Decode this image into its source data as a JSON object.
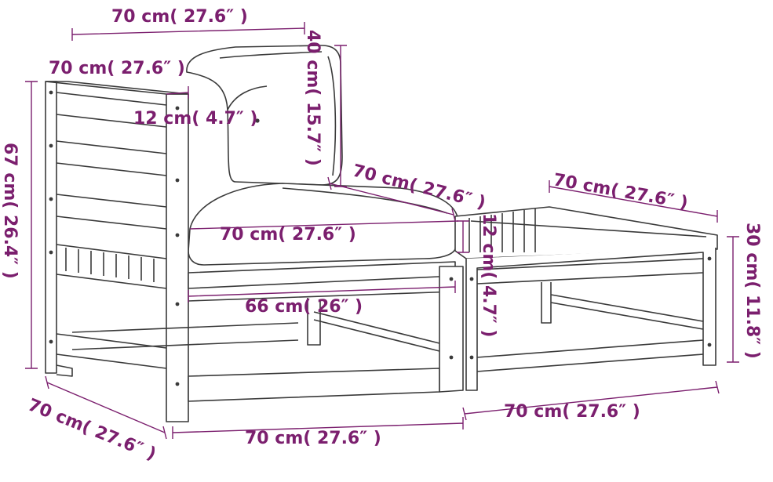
{
  "colors": {
    "dimension": "#7b1f6e",
    "outline": "#3a3a3a",
    "background": "#ffffff"
  },
  "labels": {
    "cushion_top_width": "70 cm( 27.6″ )",
    "cushion_depth": "70 cm( 27.6″ )",
    "armrest_width": "12 cm( 4.7″ )",
    "backrest_height": "40 cm( 15.7″ )",
    "total_height": "67 cm( 26.4″ )",
    "seat_depth_top": "70 cm( 27.6″ )",
    "ottoman_top_width": "70 cm( 27.6″ )",
    "ottoman_height": "30 cm( 11.8″ )",
    "seat_cushion_width": "70 cm( 27.6″ )",
    "seat_cushion_height": "12 cm( 4.7″ )",
    "inner_width": "66 cm( 26″ )",
    "side_depth": "70 cm( 27.6″ )",
    "front_width": "70 cm( 27.6″ )",
    "ottoman_front_width": "70 cm( 27.6″ )"
  }
}
